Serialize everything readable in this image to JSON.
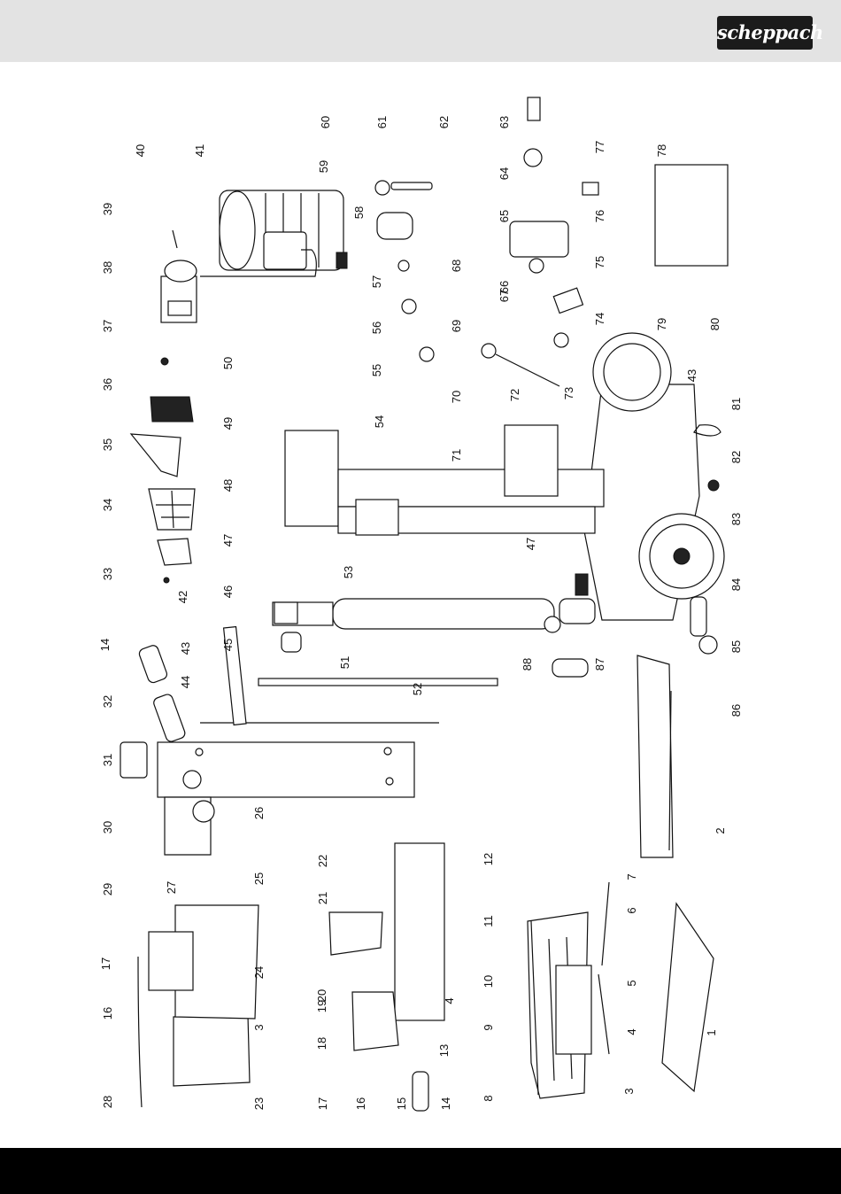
{
  "brand": {
    "logo_text": "scheppach"
  },
  "diagram": {
    "type": "exploded-parts-diagram",
    "part_labels": [
      "1",
      "2",
      "3",
      "3",
      "4",
      "4",
      "5",
      "6",
      "7",
      "8",
      "9",
      "10",
      "11",
      "12",
      "13",
      "14",
      "14",
      "15",
      "16",
      "16",
      "17",
      "17",
      "18",
      "19",
      "20",
      "21",
      "22",
      "23",
      "24",
      "25",
      "26",
      "27",
      "28",
      "29",
      "30",
      "31",
      "32",
      "33",
      "34",
      "35",
      "36",
      "37",
      "38",
      "39",
      "40",
      "41",
      "42",
      "43",
      "43",
      "44",
      "45",
      "46",
      "47",
      "47",
      "48",
      "49",
      "50",
      "51",
      "52",
      "53",
      "54",
      "55",
      "56",
      "57",
      "58",
      "59",
      "60",
      "61",
      "62",
      "63",
      "64",
      "65",
      "66",
      "67",
      "68",
      "69",
      "70",
      "71",
      "72",
      "73",
      "74",
      "75",
      "76",
      "77",
      "78",
      "79",
      "80",
      "81",
      "82",
      "83",
      "84",
      "85",
      "86",
      "87",
      "88"
    ]
  }
}
